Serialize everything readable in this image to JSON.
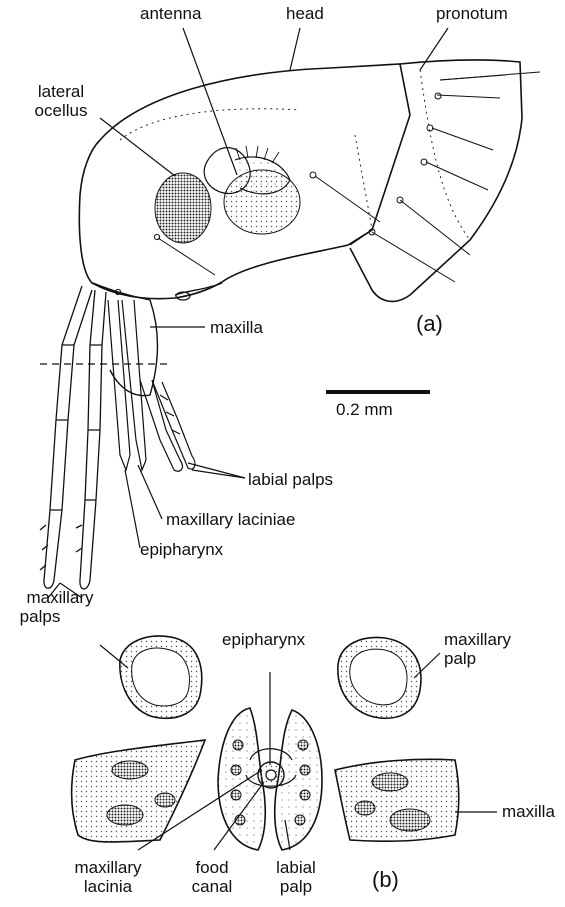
{
  "labels": {
    "antenna": "antenna",
    "head": "head",
    "pronotum": "pronotum",
    "lateral_ocellus_1": "lateral",
    "lateral_ocellus_2": "ocellus",
    "maxilla_a": "maxilla",
    "labial_palps": "labial palps",
    "maxillary_laciniae": "maxillary laciniae",
    "epipharynx_a": "epipharynx",
    "maxillary_palps_1": "maxillary",
    "maxillary_palps_2": "palps",
    "epipharynx_b": "epipharynx",
    "maxillary_palp_1": "maxillary",
    "maxillary_palp_2": "palp",
    "maxilla_b": "maxilla",
    "maxillary_lacinia_1": "maxillary",
    "maxillary_lacinia_2": "lacinia",
    "food_canal_1": "food",
    "food_canal_2": "canal",
    "labial_palp_1": "labial",
    "labial_palp_2": "palp"
  },
  "panels": {
    "a": "(a)",
    "b": "(b)"
  },
  "scale_bar": {
    "label": "0.2 mm"
  }
}
